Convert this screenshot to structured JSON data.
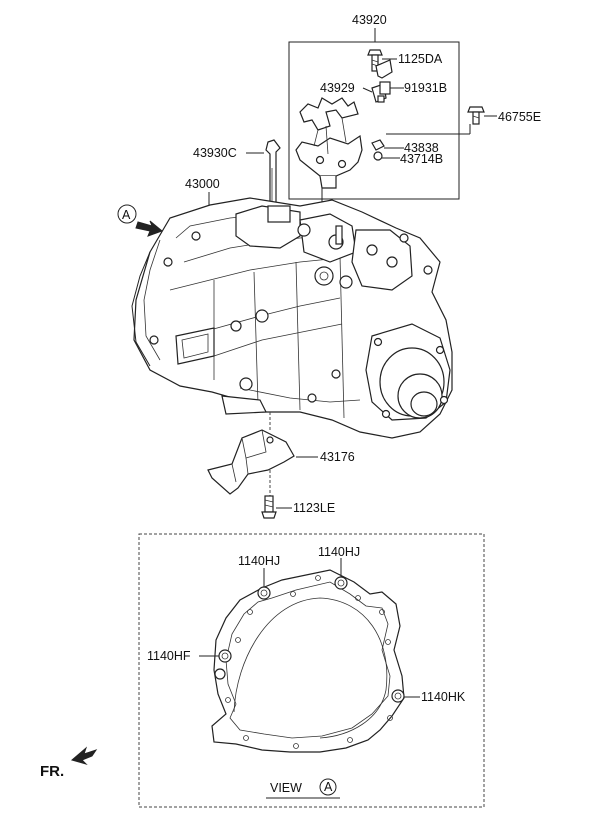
{
  "diagram": {
    "upper_group": {
      "box_label": "43920",
      "parts": [
        {
          "id": "p_1125DA",
          "code": "1125DA"
        },
        {
          "id": "p_43929",
          "code": "43929"
        },
        {
          "id": "p_91931B",
          "code": "91931B"
        },
        {
          "id": "p_46755E",
          "code": "46755E"
        },
        {
          "id": "p_43838",
          "code": "43838"
        },
        {
          "id": "p_43714B",
          "code": "43714B"
        },
        {
          "id": "p_43930C",
          "code": "43930C"
        }
      ]
    },
    "main_assembly": {
      "code": "43000"
    },
    "view_marker": {
      "letter": "A"
    },
    "mount_parts": [
      {
        "id": "p_43176",
        "code": "43176"
      },
      {
        "id": "p_1123LE",
        "code": "1123LE"
      }
    ],
    "view_box": {
      "caption_prefix": "VIEW",
      "caption_letter": "A",
      "fasteners": [
        {
          "id": "hj1",
          "code": "1140HJ"
        },
        {
          "id": "hj2",
          "code": "1140HJ"
        },
        {
          "id": "hf",
          "code": "1140HF"
        },
        {
          "id": "hk",
          "code": "1140HK"
        }
      ]
    },
    "orientation": {
      "label": "FR."
    }
  }
}
